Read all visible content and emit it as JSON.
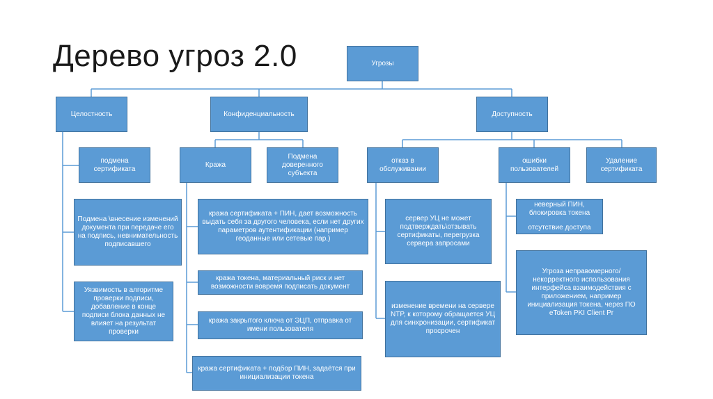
{
  "title": "Дерево угроз 2.0",
  "colors": {
    "box_fill": "#5b9bd5",
    "box_border": "#41719c",
    "line": "#5b9bd5"
  },
  "nodes": {
    "root": "Угрозы",
    "integrity": "Целостность",
    "confidentiality": "Конфиденциальность",
    "availability": "Доступность",
    "cert_substitution": "подмена сертификата",
    "substitution_detail": "Подмена \\внесение изменений документа при передаче его на подпись, невнимательность подписавшего",
    "vulnerability": "Уязвимость в алгоритме проверки подписи, добавление  в конце подписи блока данных не влияет на результат проверки",
    "theft": "Кража",
    "trusted_subject": "Подмена доверенного субъекта",
    "theft_cert_pin": "кража сертификата + ПИН, дает возможность выдать себя за другого человека, если нет других параметров аутентификации (например геоданные или сетевые пар.)",
    "theft_token": "кража токена, материальный риск и нет возможности вовремя подписать документ",
    "theft_key": "кража закрытого ключа от ЭЦП, отправка от имени пользователя",
    "theft_cert_bruteforce": "кража сертификата + подбор ПИН, задаётся при инициализации токена",
    "denial": "отказ в обслуживании",
    "ca_server": "сервер УЦ не может подтверждать\\отзывать сертификаты, перегрузка сервера запросами",
    "ntp_time": "изменение времени на сервере NTP, к которому обращается УЦ для синхронизации, сертификат просрочен",
    "user_errors": "ошибки пользователей",
    "cert_deletion": "Удаление сертификата",
    "wrong_pin": "неверный ПИН, блокировка токена",
    "no_access": "отсутствие доступа",
    "interface_misuse": "Угроза неправомерного/некорректного использования интерфейса взаимодействия с приложением, например инициализация  токена, через ПО eToken PKI Client Pr"
  }
}
